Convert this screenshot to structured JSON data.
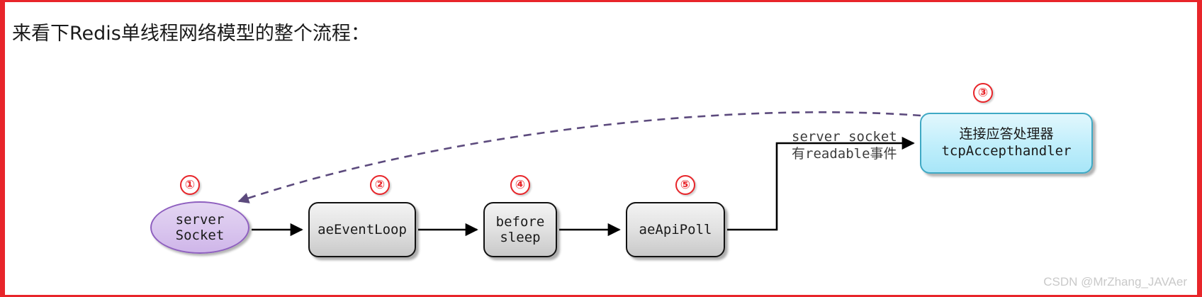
{
  "page": {
    "title": "来看下Redis单线程网络模型的整个流程：",
    "border_color": "#e8252a",
    "background": "#ffffff",
    "watermark": "CSDN @MrZhang_JAVAer"
  },
  "diagram": {
    "type": "flow",
    "nodes": [
      {
        "id": "server-socket",
        "label": "server\nSocket",
        "shape": "ellipse",
        "fill": "#d9c5ee",
        "stroke": "#8e5fbf",
        "step": "①"
      },
      {
        "id": "ae-event-loop",
        "label": "aeEventLoop",
        "shape": "rounded-rect",
        "fill": "#e3e3e3",
        "stroke": "#111111",
        "step": "②"
      },
      {
        "id": "before-sleep",
        "label": "before\nsleep",
        "shape": "rounded-rect",
        "fill": "#e3e3e3",
        "stroke": "#111111",
        "step": "④"
      },
      {
        "id": "ae-api-poll",
        "label": "aeApiPoll",
        "shape": "rounded-rect",
        "fill": "#e3e3e3",
        "stroke": "#111111",
        "step": "⑤"
      },
      {
        "id": "tcp-accept-handler",
        "label_cn": "连接应答处理器",
        "label_mono": "tcpAccepthandler",
        "shape": "rounded-rect",
        "fill": "#bfeefb",
        "stroke": "#3fa9c4",
        "step": "③"
      }
    ],
    "edges": [
      {
        "id": "e1",
        "from": "server-socket",
        "to": "ae-event-loop",
        "style": "solid",
        "color": "#000000"
      },
      {
        "id": "e2",
        "from": "ae-event-loop",
        "to": "before-sleep",
        "style": "solid",
        "color": "#000000"
      },
      {
        "id": "e3",
        "from": "before-sleep",
        "to": "ae-api-poll",
        "style": "solid",
        "color": "#000000"
      },
      {
        "id": "e4",
        "from": "ae-api-poll",
        "to": "tcp-accept-handler",
        "style": "solid",
        "color": "#000000",
        "label_line1": "server socket",
        "label_line2": "有readable事件"
      },
      {
        "id": "e5",
        "from": "tcp-accept-handler",
        "to": "server-socket",
        "style": "dashed",
        "color": "#5c4a7d"
      }
    ]
  },
  "badges": {
    "one": "①",
    "two": "②",
    "three": "③",
    "four": "④",
    "five": "⑤"
  }
}
